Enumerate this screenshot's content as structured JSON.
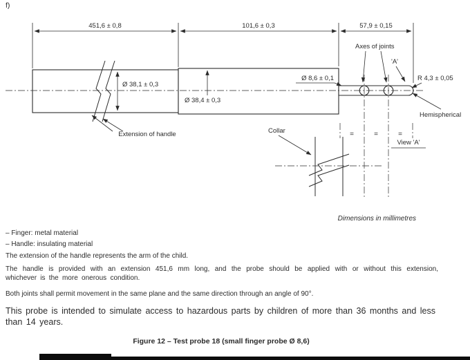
{
  "figure": {
    "item_label": "f)",
    "dims_note": "Dimensions in millimetres",
    "caption": "Figure 12 – Test probe 18 (small finger probe Ø 8,6)",
    "labels": {
      "dim_extension": "451,6 ± 0,8",
      "dim_handle": "101,6 ± 0,3",
      "dim_finger": "57,9 ± 0,15",
      "axes_of_joints": "Axes of joints",
      "view_marker": "'A'",
      "dia_finger": "Ø 8,6 ± 0,1",
      "radius_tip": "R 4,3 ± 0,05",
      "dia_extension": "Ø 38,1 ± 0,3",
      "dia_handle": "Ø 38,4 ± 0,3",
      "hemispherical": "Hemispherical",
      "extension_of_handle": "Extension of handle",
      "collar": "Collar",
      "view_a": "View 'A'",
      "eq1": "=",
      "eq2": "=",
      "eq3": "="
    }
  },
  "notes": {
    "finger_material": "– Finger: metal material",
    "handle_material": "– Handle: insulating material",
    "extension_note": "The extension of the handle represents the arm of the child.",
    "handle_note": "The handle is provided with an extension 451,6 mm long, and the probe should be applied with or without this extension, whichever is the more onerous condition.",
    "joints_note": "Both joints shall permit movement in the same plane and the same direction through an angle of 90°.",
    "purpose": "This probe is intended to simulate access to hazardous parts by children of more than 36 months and less than 14 years."
  },
  "colors": {
    "line": "#2b2b2b",
    "text": "#2b2b2b",
    "background": "#ffffff"
  }
}
